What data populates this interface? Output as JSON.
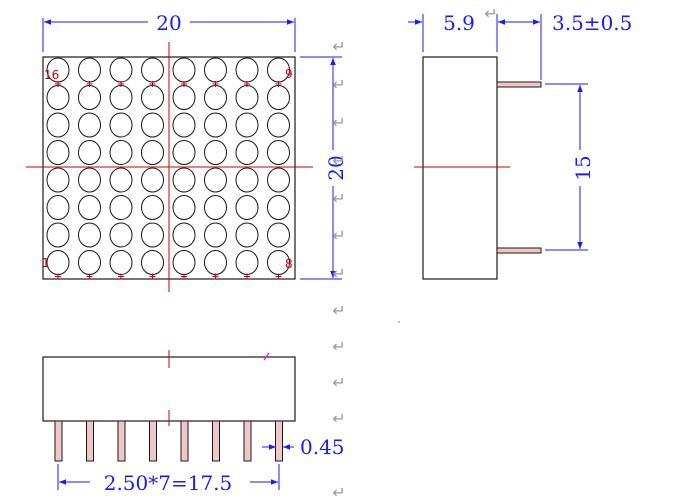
{
  "front_view": {
    "width_dim": "20",
    "height_dim": "20",
    "pin_label_top_left": "16",
    "pin_label_top_right": "9",
    "pin_label_bottom_left": "1",
    "pin_label_bottom_right": "8",
    "rows": 8,
    "cols": 8
  },
  "side_view": {
    "depth_dim": "5.9",
    "pin_length_dim": "3.5±0.5",
    "pin_spacing_dim": "15"
  },
  "bottom_view": {
    "pin_diameter_dim": "0.45",
    "pin_pitch_dim": "2.50*7=17.5",
    "pins": 8
  },
  "marks": {
    "paragraph_glyph": "↵",
    "count": 12
  },
  "colors": {
    "outline": "#1a1a1a",
    "dimension": "#1a1aff",
    "centerline": "#cc0000",
    "pin_label": "#cc0000",
    "pin_fill": "#f2c6c6",
    "accent_magenta": "#ff00ff"
  }
}
